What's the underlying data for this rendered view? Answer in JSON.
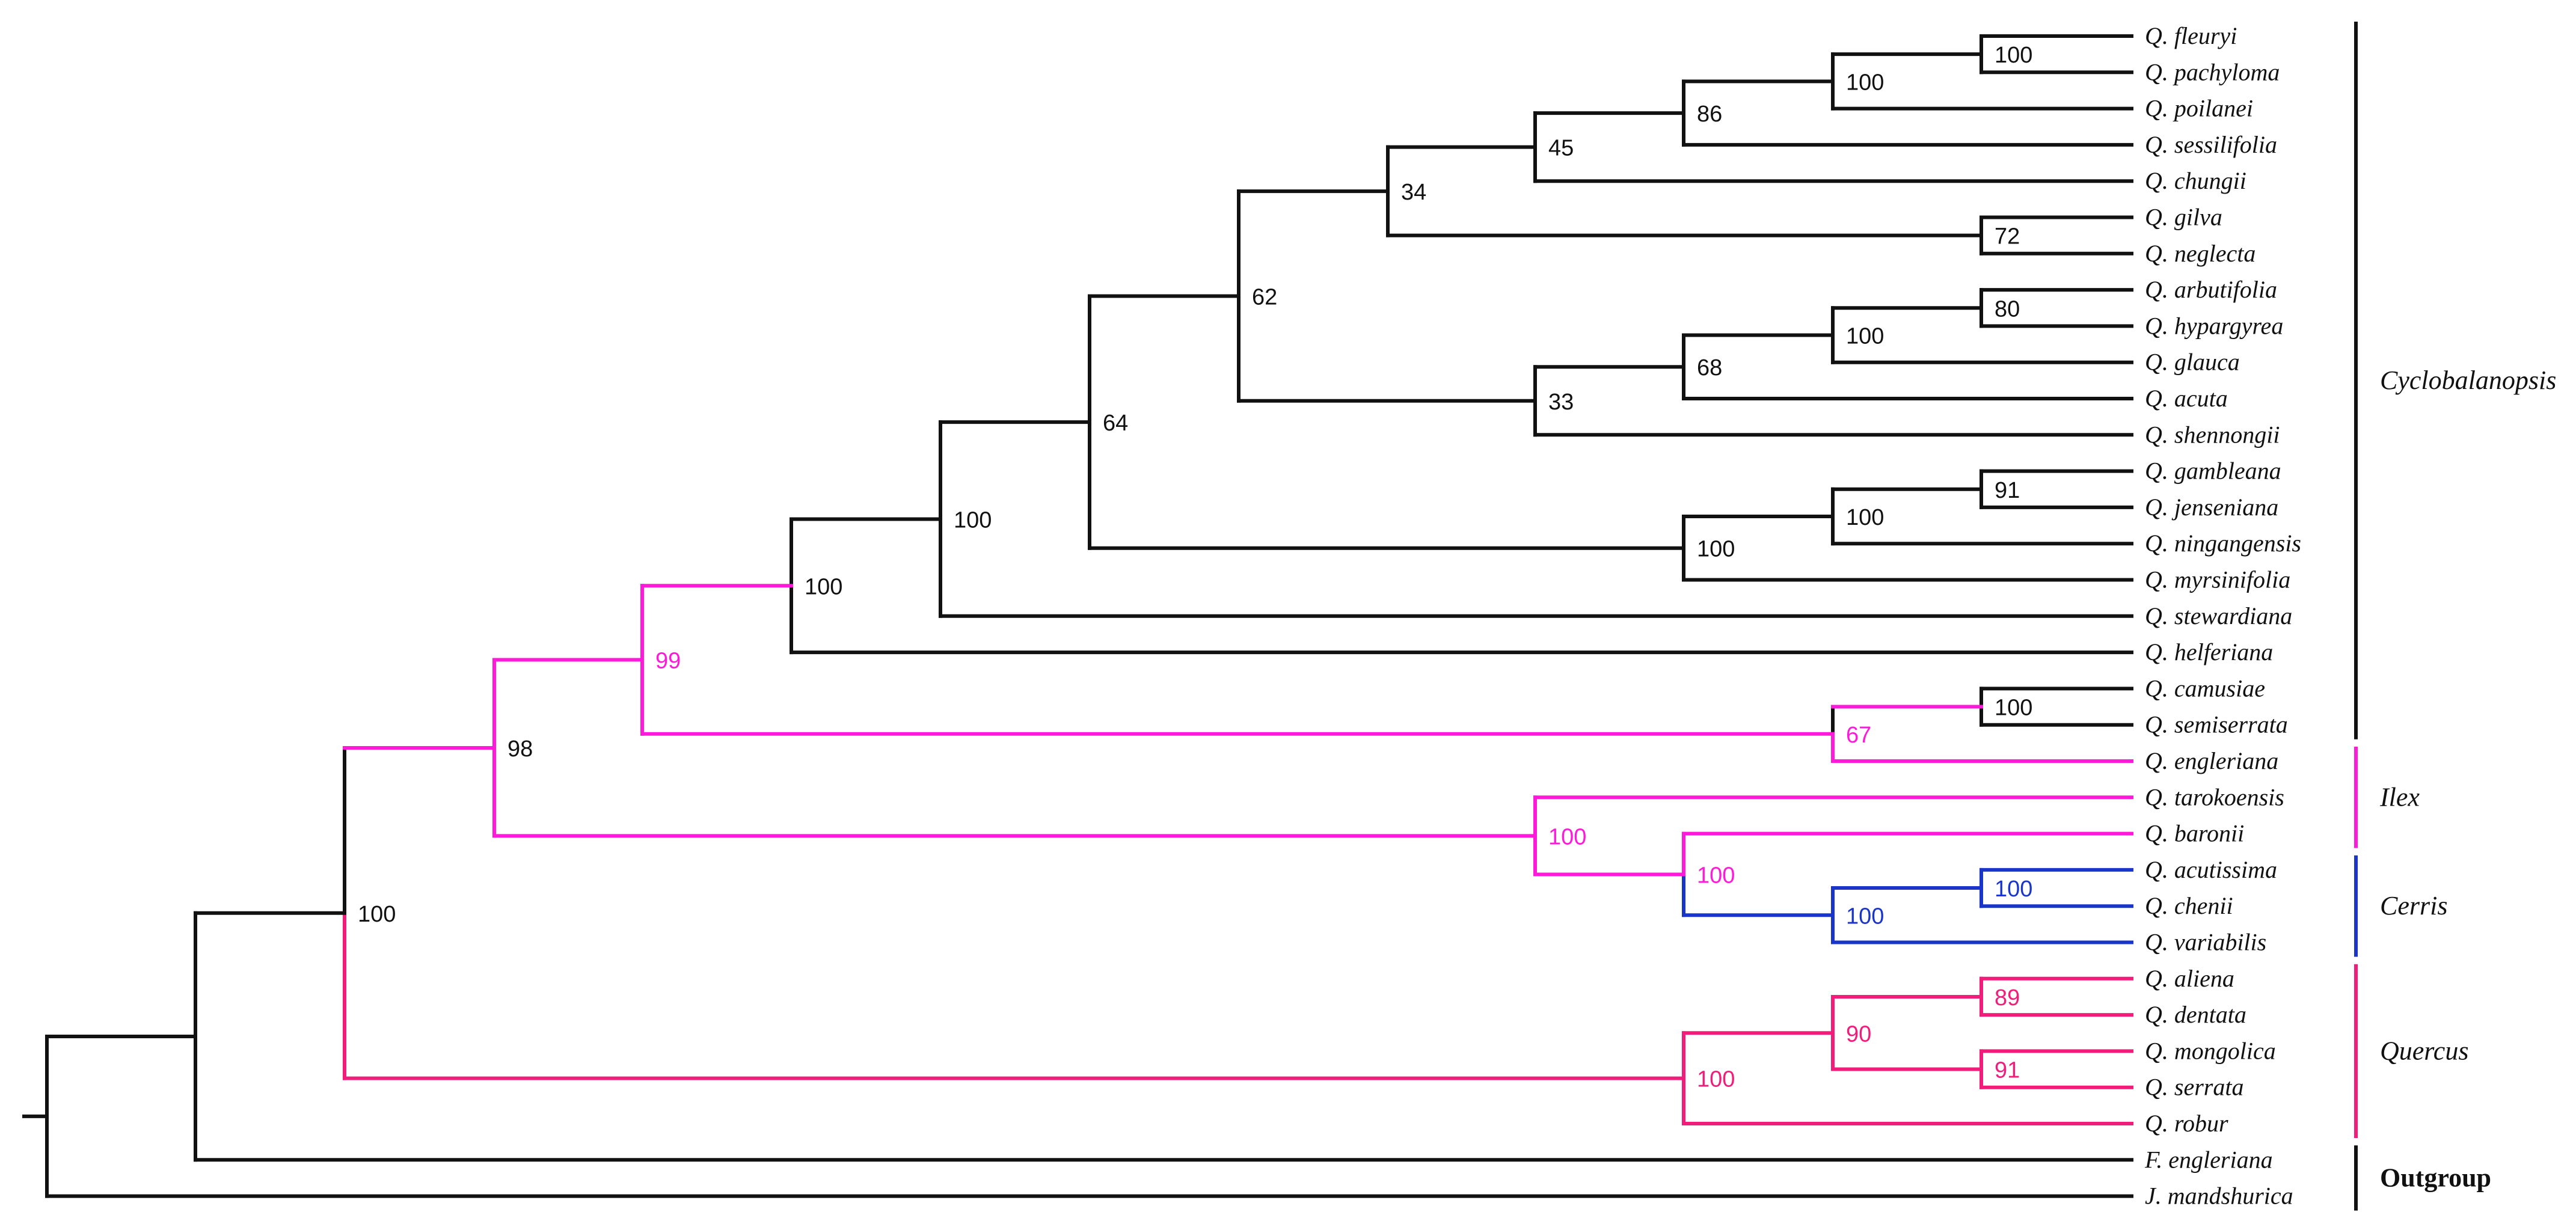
{
  "colors": {
    "black": "#111111",
    "magenta": "#ff1ad9",
    "pink": "#f21c7a",
    "blue": "#1a35c9"
  },
  "taxa": [
    "Q. fleuryi",
    "Q. pachyloma",
    "Q. poilanei",
    "Q. sessilifolia",
    "Q. chungii",
    "Q. gilva",
    "Q. neglecta",
    "Q. arbutifolia",
    "Q. hypargyrea",
    "Q. glauca",
    "Q. acuta",
    "Q. shennongii",
    "Q. gambleana",
    "Q. jenseniana",
    "Q. ningangensis",
    "Q. myrsinifolia",
    "Q. stewardiana",
    "Q. helferiana",
    "Q. camusiae",
    "Q. semiserrata",
    "Q. engleriana",
    "Q. tarokoensis",
    "Q. baronii",
    "Q. acutissima",
    "Q. chenii",
    "Q. variabilis",
    "Q. aliena",
    "Q. dentata",
    "Q. mongolica",
    "Q. serrata",
    "Q. robur",
    "F. engleriana",
    "J. mandshurica"
  ],
  "bootstrap": [
    {
      "id": "n1",
      "value": "100",
      "color": "black"
    },
    {
      "id": "n2",
      "value": "100",
      "color": "black"
    },
    {
      "id": "n3",
      "value": "86",
      "color": "black"
    },
    {
      "id": "n4",
      "value": "72",
      "color": "black"
    },
    {
      "id": "n5",
      "value": "45",
      "color": "black"
    },
    {
      "id": "n6",
      "value": "34",
      "color": "black"
    },
    {
      "id": "n7",
      "value": "80",
      "color": "black"
    },
    {
      "id": "n8",
      "value": "100",
      "color": "black"
    },
    {
      "id": "n9",
      "value": "68",
      "color": "black"
    },
    {
      "id": "n10",
      "value": "33",
      "color": "black"
    },
    {
      "id": "n11",
      "value": "62",
      "color": "black"
    },
    {
      "id": "n12",
      "value": "91",
      "color": "black"
    },
    {
      "id": "n13",
      "value": "100",
      "color": "black"
    },
    {
      "id": "n14",
      "value": "100",
      "color": "black"
    },
    {
      "id": "n15",
      "value": "64",
      "color": "black"
    },
    {
      "id": "n16",
      "value": "100",
      "color": "black"
    },
    {
      "id": "n17",
      "value": "100",
      "color": "black"
    },
    {
      "id": "n18",
      "value": "100",
      "color": "black"
    },
    {
      "id": "n19",
      "value": "67",
      "color": "magenta"
    },
    {
      "id": "n20",
      "value": "99",
      "color": "magenta"
    },
    {
      "id": "n21",
      "value": "100",
      "color": "blue"
    },
    {
      "id": "n22",
      "value": "100",
      "color": "blue"
    },
    {
      "id": "n23",
      "value": "100",
      "color": "magenta"
    },
    {
      "id": "n24",
      "value": "100",
      "color": "magenta"
    },
    {
      "id": "n25",
      "value": "98",
      "color": "black"
    },
    {
      "id": "n26",
      "value": "89",
      "color": "pink"
    },
    {
      "id": "n27",
      "value": "91",
      "color": "pink"
    },
    {
      "id": "n28",
      "value": "90",
      "color": "pink"
    },
    {
      "id": "n29",
      "value": "100",
      "color": "pink"
    },
    {
      "id": "n30",
      "value": "100",
      "color": "black"
    }
  ],
  "groups": [
    {
      "label": "Cyclobalanopsis",
      "color": "black",
      "from": 0,
      "to": 19
    },
    {
      "label": "Ilex",
      "color": "magenta",
      "from": 20,
      "to": 22
    },
    {
      "label": "Cerris",
      "color": "blue",
      "from": 23,
      "to": 25
    },
    {
      "label": "Quercus",
      "color": "pink",
      "from": 26,
      "to": 30
    },
    {
      "label": "Outgroup",
      "color": "black",
      "from": 31,
      "to": 32
    }
  ]
}
